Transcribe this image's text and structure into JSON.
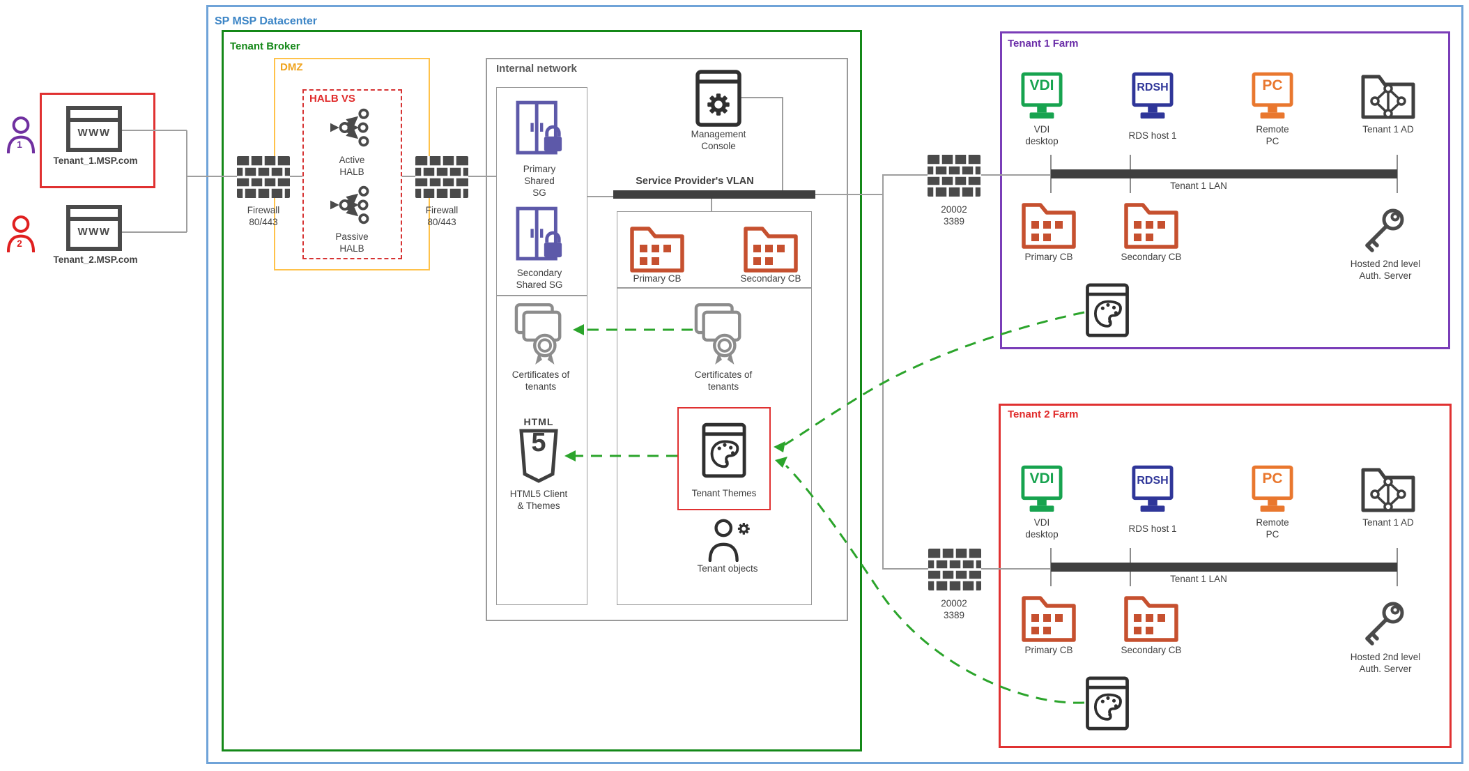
{
  "datacenter_label": "SP MSP Datacenter",
  "broker_label": "Tenant Broker",
  "clients": {
    "user1_num": "1",
    "user2_num": "2",
    "www": "WWW",
    "site1": "Tenant_1.MSP.com",
    "site2": "Tenant_2.MSP.com"
  },
  "dmz": {
    "label": "DMZ",
    "halb_box": "HALB VS",
    "active": [
      "Active",
      "HALB"
    ],
    "passive": [
      "Passive",
      "HALB"
    ],
    "firewall_left": [
      "Firewall",
      "80/443"
    ],
    "firewall_right": [
      "Firewall",
      "80/443"
    ]
  },
  "internal": {
    "label": "Internal network",
    "primary_sg": [
      "Primary",
      "Shared",
      "SG"
    ],
    "secondary_sg": [
      "Secondary",
      "Shared SG"
    ],
    "certs_left": [
      "Certificates of",
      "tenants"
    ],
    "html5_logo_word": "HTML",
    "html5_logo_num": "5",
    "html5": [
      "HTML5 Client",
      "& Themes"
    ],
    "mgmt": [
      "Management",
      "Console"
    ],
    "vlan": "Service Provider's VLAN",
    "primary_cb": "Primary CB",
    "secondary_cb": "Secondary CB",
    "certs_mid": [
      "Certificates of",
      "tenants"
    ],
    "themes": "Tenant Themes",
    "objects": "Tenant objects"
  },
  "links": {
    "fw_top": [
      "20002",
      "3389"
    ],
    "fw_bottom": [
      "20002",
      "3389"
    ]
  },
  "farm1": {
    "title": "Tenant 1 Farm",
    "vdi_text": "VDI",
    "vdi": [
      "VDI",
      "desktop"
    ],
    "rdsh_text": "RDSH",
    "rdsh": "RDS host 1",
    "pc_text": "PC",
    "pc": [
      "Remote",
      "PC"
    ],
    "ad": "Tenant 1 AD",
    "lan": "Tenant 1 LAN",
    "primary_cb": "Primary CB",
    "secondary_cb": "Secondary CB",
    "auth": [
      "Hosted 2nd level",
      "Auth. Server"
    ]
  },
  "farm2": {
    "title": "Tenant 2 Farm",
    "vdi_text": "VDI",
    "vdi": [
      "VDI",
      "desktop"
    ],
    "rdsh_text": "RDSH",
    "rdsh": "RDS host 1",
    "pc_text": "PC",
    "pc": [
      "Remote",
      "PC"
    ],
    "ad": "Tenant 1 AD",
    "lan": "Tenant 1 LAN",
    "primary_cb": "Primary CB",
    "secondary_cb": "Secondary CB",
    "auth": [
      "Hosted 2nd level",
      "Auth. Server"
    ]
  },
  "colors": {
    "datacenter_border": "#6FA3D8",
    "broker_border": "#148818",
    "dmz_border": "#FFC24A",
    "dmz_label": "#EFA31D",
    "halb_border": "#D63333",
    "highlight_red": "#E03131",
    "farm1_border": "#7A3DB8",
    "farm2_border": "#E03131",
    "vdi_green": "#17A34F",
    "rdsh_blue": "#2F3699",
    "pc_orange": "#E9772E",
    "folder_orange": "#C6502F",
    "sg_indigo": "#5D59A9",
    "dashed_green": "#2BA42B",
    "wire_gray": "#9E9E9E",
    "bar_dark": "#3F3F3F"
  }
}
